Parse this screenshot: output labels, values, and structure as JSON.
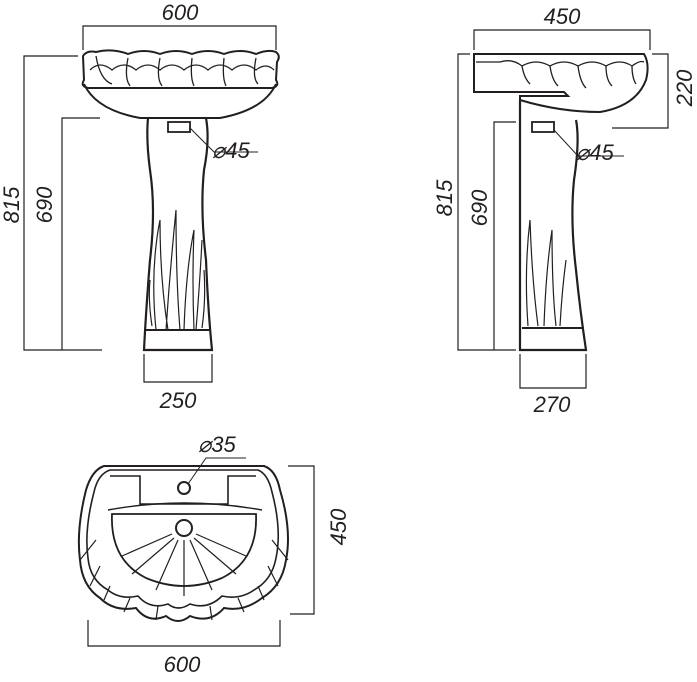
{
  "front_view": {
    "width": "600",
    "total_height": "815",
    "bowl_height": "690",
    "drain": "⌀45",
    "pedestal_base": "250"
  },
  "side_view": {
    "depth": "450",
    "bowl_height": "220",
    "total_height": "815",
    "bowl_height_floor": "690",
    "drain": "⌀45",
    "pedestal_base": "270"
  },
  "top_view": {
    "tap_hole": "⌀35",
    "depth": "450",
    "width": "600"
  },
  "colors": {
    "line": "#231f20",
    "background": "#ffffff"
  }
}
